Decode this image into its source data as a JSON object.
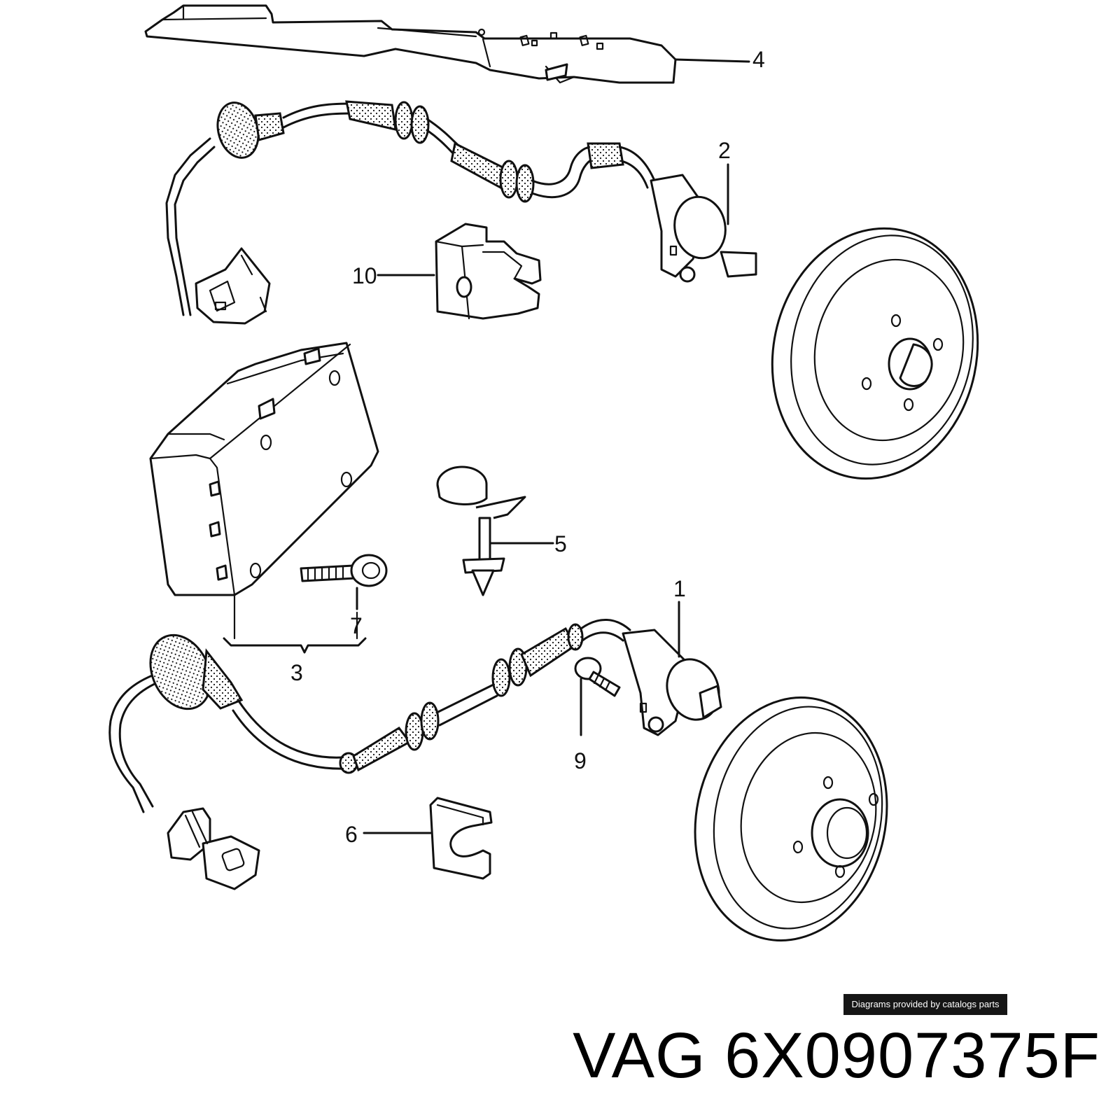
{
  "diagram": {
    "callouts": [
      "1",
      "2",
      "3",
      "4",
      "5",
      "6",
      "7",
      "9",
      "10"
    ]
  },
  "credit": "Diagrams provided by catalogs parts",
  "part_number": {
    "brand": "VAG",
    "number": "6X0907375F"
  }
}
